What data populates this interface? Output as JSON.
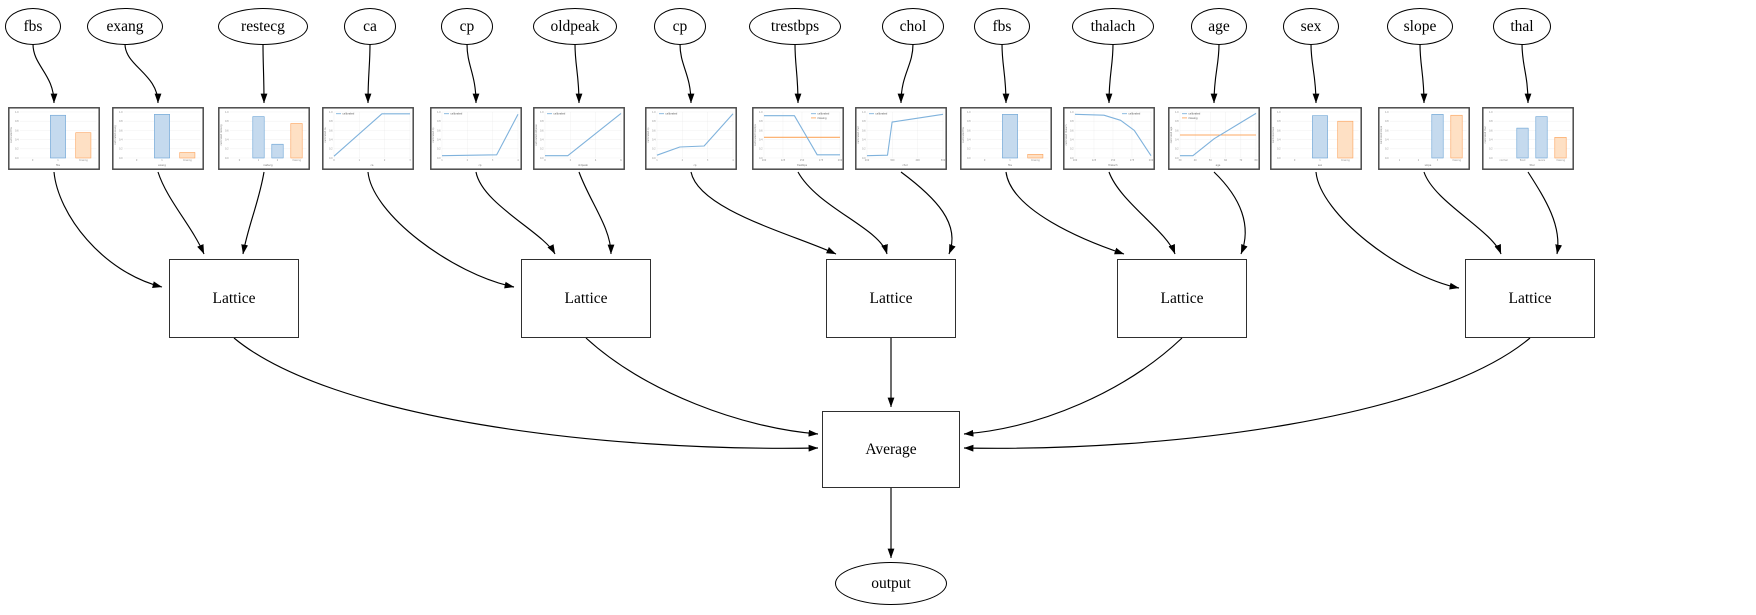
{
  "combiner": {
    "label": "Average"
  },
  "output": {
    "label": "output"
  },
  "lattices": [
    {
      "label": "Lattice"
    },
    {
      "label": "Lattice"
    },
    {
      "label": "Lattice"
    },
    {
      "label": "Lattice"
    },
    {
      "label": "Lattice"
    }
  ],
  "groups": [
    [
      0,
      1,
      2
    ],
    [
      3,
      4,
      5
    ],
    [
      6,
      7,
      8
    ],
    [
      9,
      10,
      11
    ],
    [
      12,
      13,
      14
    ]
  ],
  "y_ticks": [
    "0.0",
    "0.2",
    "0.4",
    "0.6",
    "0.8",
    "1.0"
  ],
  "legend_labels": {
    "calibrated": "calibrated",
    "missing": "missing"
  },
  "colors": {
    "calibrated_line": "#7fb2dc",
    "calibrated_fill": "#c5daee",
    "calibrated_edge": "#5d9bd1",
    "missing_line": "#fcaa63",
    "missing_fill": "#fee0c4",
    "missing_edge": "#fb9a4d",
    "frame": "#4a4a4a",
    "grid": "#e9e9e9",
    "tick_text": "#8f8f8f",
    "edge_line": "#000000"
  },
  "features": [
    {
      "name": "fbs",
      "calibrator": {
        "type": "bar",
        "ylabel": "calibrated fbs",
        "categories": [
          "0",
          "1",
          "missing"
        ],
        "values": [
          0,
          0.93,
          0.55
        ],
        "bar_colors": [
          "calibrated",
          "calibrated",
          "missing"
        ],
        "legend": []
      }
    },
    {
      "name": "exang",
      "calibrator": {
        "type": "bar",
        "ylabel": "calibrated exang",
        "categories": [
          "0",
          "1",
          "missing"
        ],
        "values": [
          0,
          0.95,
          0.12
        ],
        "bar_colors": [
          "calibrated",
          "calibrated",
          "missing"
        ],
        "legend": []
      }
    },
    {
      "name": "restecg",
      "calibrator": {
        "type": "bar",
        "ylabel": "calibrated restecg",
        "categories": [
          "0",
          "1",
          "2",
          "missing"
        ],
        "values": [
          0,
          0.9,
          0.3,
          0.75
        ],
        "bar_colors": [
          "calibrated",
          "calibrated",
          "calibrated",
          "missing"
        ],
        "legend": []
      }
    },
    {
      "name": "ca",
      "calibrator": {
        "type": "line",
        "ylabel": "calibrated ca",
        "x_ticks": [
          "0",
          "1",
          "2",
          "3"
        ],
        "points": [
          [
            0,
            0.04
          ],
          [
            0.63,
            0.96
          ],
          [
            1,
            0.96
          ]
        ],
        "legend": [
          "calibrated"
        ],
        "legend_pos": "tl"
      }
    },
    {
      "name": "cp",
      "calibrator": {
        "type": "line",
        "ylabel": "calibrated cp",
        "x_ticks": [
          "1",
          "2",
          "3",
          "4"
        ],
        "points": [
          [
            0,
            0.05
          ],
          [
            0.72,
            0.07
          ],
          [
            1,
            0.95
          ]
        ],
        "legend": [
          "calibrated"
        ],
        "legend_pos": "tl"
      }
    },
    {
      "name": "oldpeak",
      "calibrator": {
        "type": "line",
        "ylabel": "calibrated oldpeak",
        "x_ticks": [
          "0",
          "2",
          "4",
          "6"
        ],
        "points": [
          [
            0,
            0.05
          ],
          [
            0.3,
            0.05
          ],
          [
            1,
            0.97
          ]
        ],
        "legend": [
          "calibrated"
        ],
        "legend_pos": "tl"
      }
    },
    {
      "name": "cp",
      "calibrator": {
        "type": "line",
        "ylabel": "calibrated cp",
        "x_ticks": [
          "1",
          "2",
          "3",
          "4"
        ],
        "points": [
          [
            0,
            0.06
          ],
          [
            0.3,
            0.24
          ],
          [
            0.62,
            0.26
          ],
          [
            1,
            0.96
          ]
        ],
        "legend": [
          "calibrated"
        ],
        "legend_pos": "tl"
      }
    },
    {
      "name": "trestbps",
      "calibrator": {
        "type": "line",
        "ylabel": "calibrated trestbps",
        "x_ticks": [
          "100",
          "125",
          "150",
          "175",
          "200"
        ],
        "points": [
          [
            0,
            0.92
          ],
          [
            0.4,
            0.92
          ],
          [
            0.7,
            0.07
          ],
          [
            1,
            0.07
          ]
        ],
        "missing_value": 0.45,
        "legend": [
          "calibrated",
          "missing"
        ],
        "legend_pos": "tr"
      }
    },
    {
      "name": "chol",
      "calibrator": {
        "type": "line",
        "ylabel": "calibrated chol",
        "x_ticks": [
          "200",
          "300",
          "400",
          "500"
        ],
        "points": [
          [
            0,
            0.05
          ],
          [
            0.27,
            0.06
          ],
          [
            0.33,
            0.78
          ],
          [
            1,
            0.95
          ]
        ],
        "legend": [
          "calibrated"
        ],
        "legend_pos": "tl"
      }
    },
    {
      "name": "fbs",
      "calibrator": {
        "type": "bar",
        "ylabel": "calibrated fbs",
        "categories": [
          "0",
          "1",
          "missing"
        ],
        "values": [
          0,
          0.95,
          0.08
        ],
        "bar_colors": [
          "calibrated",
          "calibrated",
          "missing"
        ],
        "legend": []
      }
    },
    {
      "name": "thalach",
      "calibrator": {
        "type": "line",
        "ylabel": "calibrated thalach",
        "x_ticks": [
          "100",
          "125",
          "150",
          "175",
          "200"
        ],
        "points": [
          [
            0,
            0.95
          ],
          [
            0.38,
            0.93
          ],
          [
            0.6,
            0.82
          ],
          [
            0.78,
            0.6
          ],
          [
            1,
            0.05
          ]
        ],
        "legend": [
          "calibrated"
        ],
        "legend_pos": "tr"
      }
    },
    {
      "name": "age",
      "calibrator": {
        "type": "line",
        "ylabel": "calibrated age",
        "x_ticks": [
          "30",
          "40",
          "50",
          "60",
          "70",
          "80"
        ],
        "points": [
          [
            0,
            0.05
          ],
          [
            0.17,
            0.05
          ],
          [
            0.45,
            0.42
          ],
          [
            0.75,
            0.72
          ],
          [
            1,
            0.97
          ]
        ],
        "missing_value": 0.5,
        "legend": [
          "calibrated",
          "missing"
        ],
        "legend_pos": "tl"
      }
    },
    {
      "name": "sex",
      "calibrator": {
        "type": "bar",
        "ylabel": "calibrated sex",
        "categories": [
          "0",
          "1",
          "missing"
        ],
        "values": [
          0,
          0.92,
          0.8
        ],
        "bar_colors": [
          "calibrated",
          "calibrated",
          "missing"
        ],
        "legend": []
      }
    },
    {
      "name": "slope",
      "calibrator": {
        "type": "bar",
        "ylabel": "calibrated slope",
        "categories": [
          "1",
          "2",
          "3",
          "missing"
        ],
        "values": [
          0,
          0,
          0.95,
          0.93
        ],
        "bar_colors": [
          "calibrated",
          "calibrated",
          "calibrated",
          "missing"
        ],
        "legend": []
      }
    },
    {
      "name": "thal",
      "calibrator": {
        "type": "bar",
        "ylabel": "calibrated thal",
        "categories": [
          "normal",
          "fixed",
          "revers",
          "missing"
        ],
        "values": [
          0,
          0.65,
          0.9,
          0.45
        ],
        "bar_colors": [
          "calibrated",
          "calibrated",
          "calibrated",
          "missing"
        ],
        "legend": []
      }
    }
  ]
}
